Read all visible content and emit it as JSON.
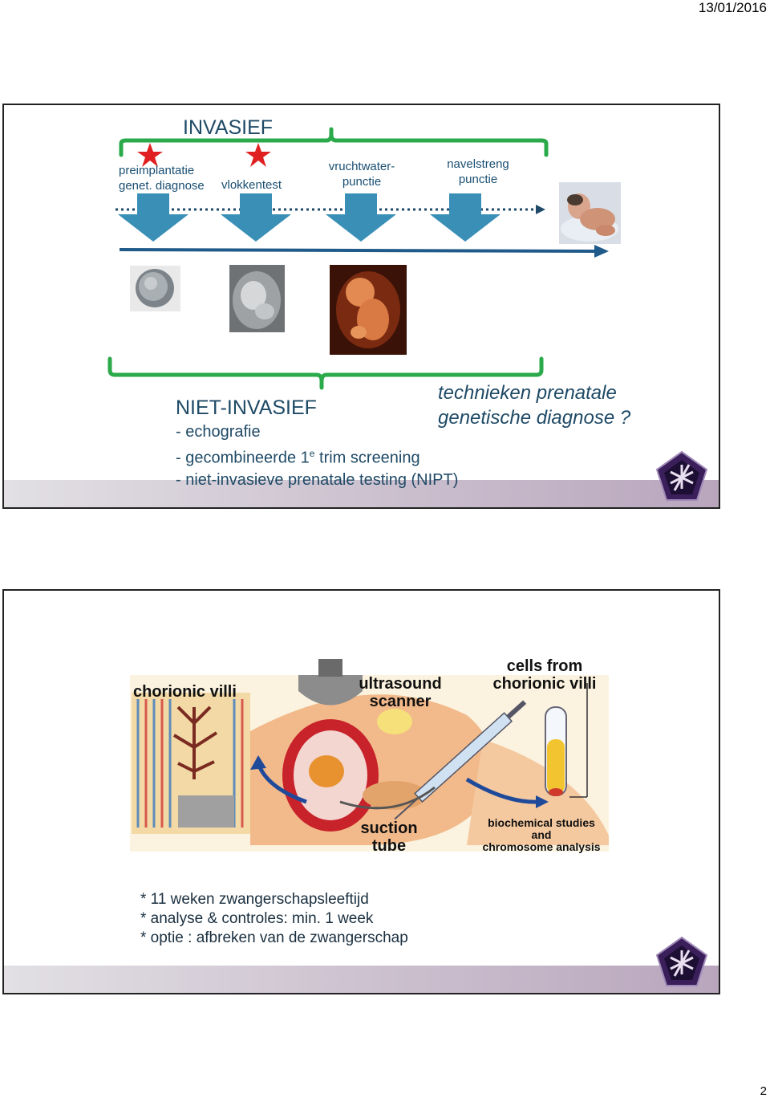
{
  "header": {
    "date": "13/01/2016"
  },
  "slide1": {
    "invasief_title": "INVASIEF",
    "procedures": [
      {
        "label1": "preimplantatie",
        "label2": "genet. diagnose",
        "starred": true
      },
      {
        "label1": "vlokkentest",
        "label2": "",
        "starred": true
      },
      {
        "label1": "vruchtwater-",
        "label2": "punctie",
        "starred": false
      },
      {
        "label1": "navelstreng",
        "label2": "punctie",
        "starred": false
      }
    ],
    "niet_invasief_title": "NIET-INVASIEF",
    "niet_invasief_items": [
      "- echografie",
      "- gecombineerde 1",
      "e",
      " trim screening",
      "- niet-invasieve prenatale testing (NIPT)"
    ],
    "question_line1": "technieken  prenatale",
    "question_line2": "genetische diagnose ?",
    "colors": {
      "bracket": "#2aaa4a",
      "arrow": "#3a8fb7",
      "timeline": "#1f5a8a",
      "star": "#e02020",
      "text": "#1a4f72"
    }
  },
  "slide2": {
    "diagram_labels": {
      "chorionic_villi": "chorionic villi",
      "ultrasound1": "ultrasound",
      "ultrasound2": "scanner",
      "cells1": "cells from",
      "cells2": "chorionic villi",
      "suction1": "suction",
      "suction2": "tube",
      "bio1": "biochemical studies",
      "bio2": "and",
      "bio3": "chromosome analysis"
    },
    "bullets": [
      "* 11 weken zwangerschapsleeftijd",
      "* analyse & controles: min. 1 week",
      "* optie : afbreken van de zwangerschap"
    ]
  },
  "footer": {
    "page_number": "2"
  }
}
